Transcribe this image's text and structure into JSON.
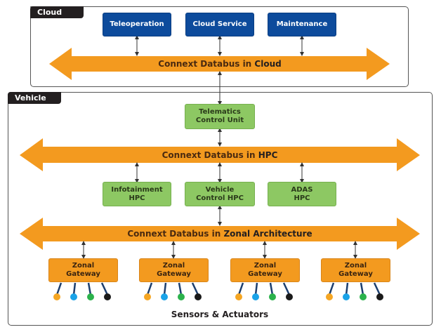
{
  "colors": {
    "cloud_box": "#0d4b9c",
    "hpc_box": "#8dc863",
    "zonal_box": "#f39a1f",
    "bus": "#f39a1f",
    "sensor_orange": "#f5a623",
    "sensor_blue": "#1aa3e8",
    "sensor_green": "#2bb24c",
    "sensor_black": "#1a1a1a"
  },
  "cloud": {
    "tag": "Cloud",
    "services": [
      {
        "label": "Teleoperation"
      },
      {
        "label": "Cloud Service"
      },
      {
        "label": "Maintenance"
      }
    ],
    "bus": {
      "prefix": "Connext Databus in ",
      "emphasis": "Cloud"
    }
  },
  "vehicle": {
    "tag": "Vehicle",
    "tcu": {
      "label": "Telematics\nControl Unit"
    },
    "hpc_bus": {
      "prefix": "Connext Databus in ",
      "emphasis": "HPC"
    },
    "hpcs": [
      {
        "label": "Infotainment\nHPC"
      },
      {
        "label": "Vehicle\nControl HPC"
      },
      {
        "label": "ADAS\nHPC"
      }
    ],
    "zonal_bus": {
      "prefix": "Connext Databus in ",
      "emphasis": "Zonal Architecture"
    },
    "gateways": [
      {
        "label": "Zonal\nGateway"
      },
      {
        "label": "Zonal\nGateway"
      },
      {
        "label": "Zonal\nGateway"
      },
      {
        "label": "Zonal\nGateway"
      }
    ],
    "footer": "Sensors & Actuators"
  }
}
